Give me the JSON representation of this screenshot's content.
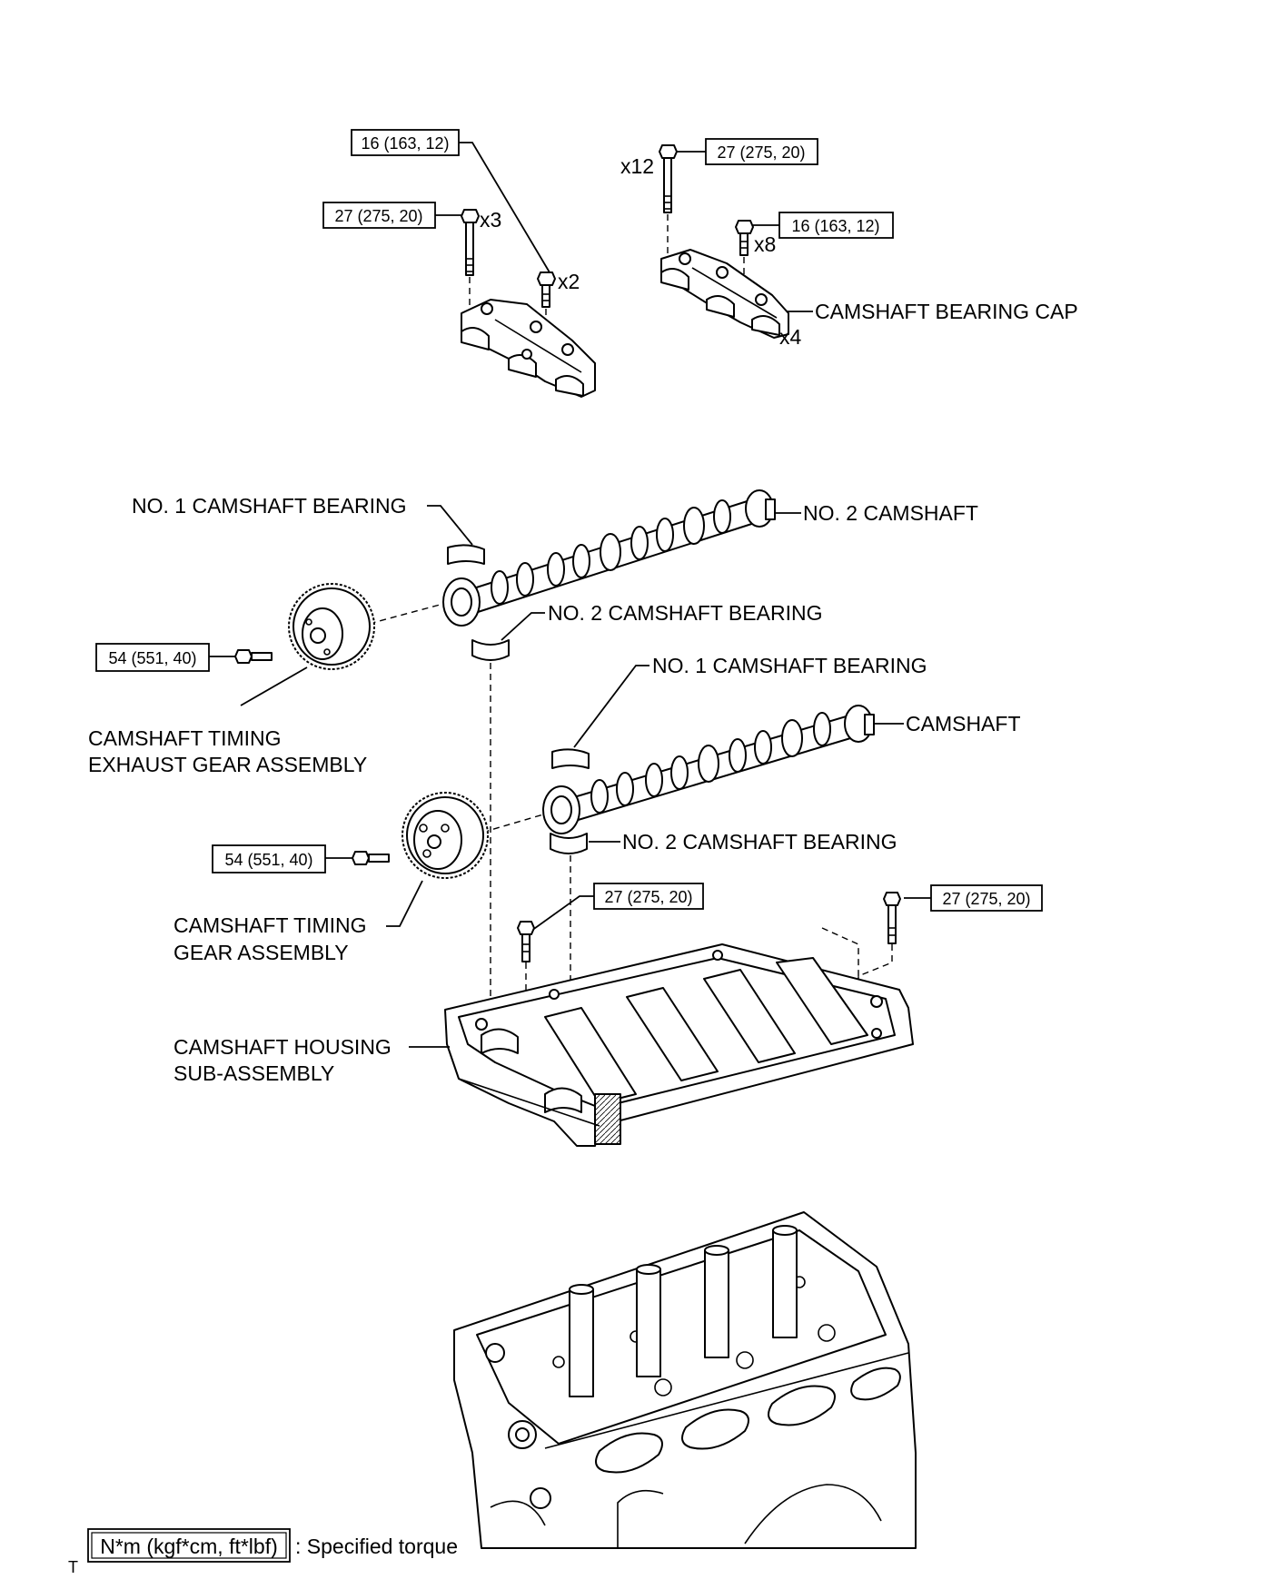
{
  "torque_top_left_a": "16 (163, 12)",
  "torque_top_left_b": "27 (275, 20)",
  "torque_top_right_a": "27 (275, 20)",
  "torque_top_right_b": "16 (163, 12)",
  "qty_x12": "x12",
  "qty_x3": "x3",
  "qty_x2": "x2",
  "qty_x8": "x8",
  "qty_x4": "x4",
  "label_bearing_cap": "CAMSHAFT BEARING CAP",
  "label_no1_bearing_upper": "NO. 1 CAMSHAFT BEARING",
  "label_no2_camshaft": "NO. 2 CAMSHAFT",
  "label_no2_bearing_upper": "NO. 2 CAMSHAFT BEARING",
  "torque_exhaust_gear": "54 (551, 40)",
  "label_exhaust_gear_line1": "CAMSHAFT TIMING",
  "label_exhaust_gear_line2": "EXHAUST GEAR ASSEMBLY",
  "label_no1_bearing_lower": "NO. 1 CAMSHAFT BEARING",
  "label_camshaft": "CAMSHAFT",
  "label_no2_bearing_lower": "NO. 2 CAMSHAFT BEARING",
  "torque_timing_gear": "54 (551, 40)",
  "label_timing_gear_line1": "CAMSHAFT TIMING",
  "label_timing_gear_line2": "GEAR ASSEMBLY",
  "torque_housing_left": "27 (275, 20)",
  "torque_housing_right": "27 (275, 20)",
  "label_housing_line1": "CAMSHAFT HOUSING",
  "label_housing_line2": "SUB-ASSEMBLY",
  "legend_units": "N*m (kgf*cm, ft*lbf)",
  "legend_text": ": Specified torque",
  "footer_mark": "T"
}
